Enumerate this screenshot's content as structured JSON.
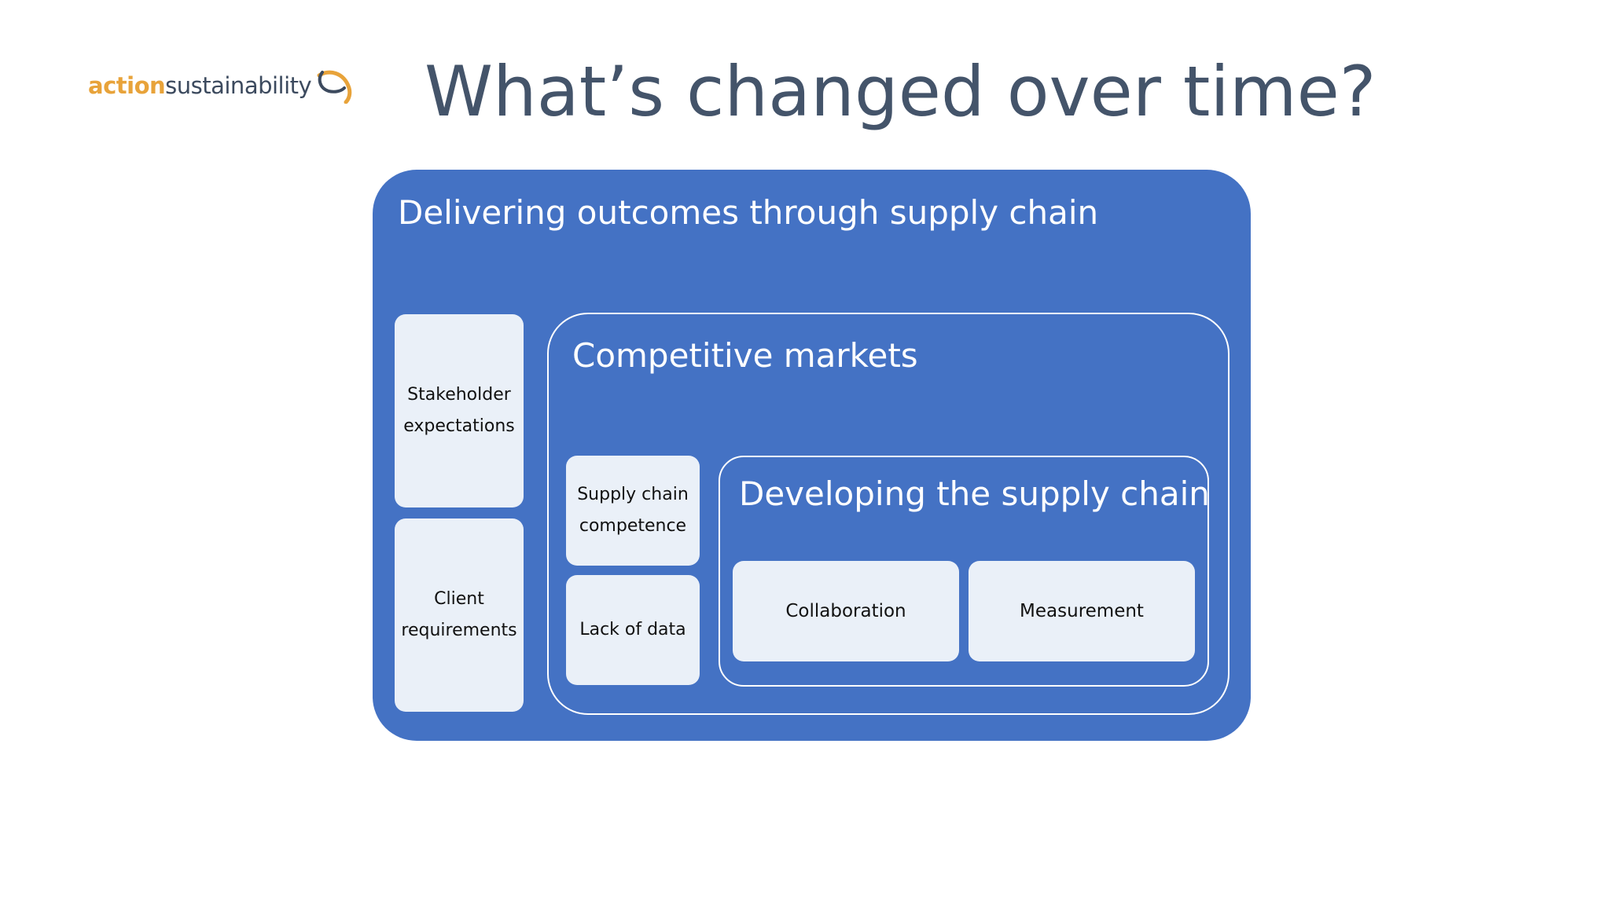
{
  "logo": {
    "part1": "action",
    "part2": "sustainability",
    "mark_icon": "swoosh-logo-icon"
  },
  "title": "What’s changed over time?",
  "diagram": {
    "outer_heading": "Delivering outcomes through supply chain",
    "stakeholder": [
      "Stakeholder",
      "expectations"
    ],
    "client": [
      "Client",
      "requirements"
    ],
    "competitive_heading": "Competitive markets",
    "supply_competence": [
      "Supply chain",
      "competence"
    ],
    "lack_of_data": "Lack of data",
    "developing_heading": "Developing the supply chain",
    "collaboration": "Collaboration",
    "measurement": "Measurement"
  },
  "colors": {
    "primary_blue": "#4472c4",
    "pale_box": "#eaf0f8",
    "title_gray": "#44546a",
    "logo_orange": "#e8a33a",
    "logo_dark": "#3c4a5e"
  }
}
